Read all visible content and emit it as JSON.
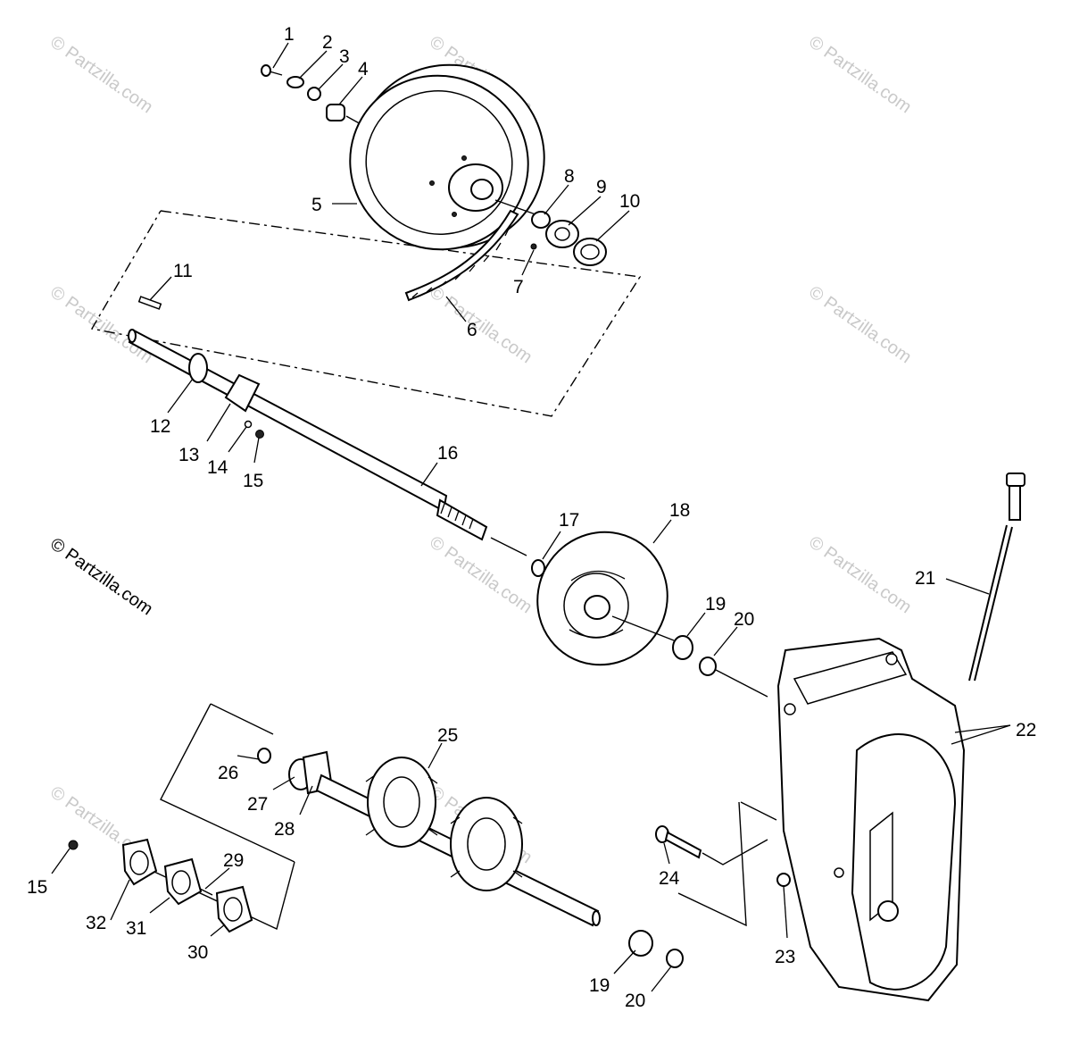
{
  "watermark_text": "© Partzilla.com",
  "copyright_text": "© Partzilla.com",
  "callouts": [
    "1",
    "2",
    "3",
    "4",
    "5",
    "6",
    "7",
    "8",
    "9",
    "10",
    "11",
    "12",
    "13",
    "14",
    "15",
    "16",
    "17",
    "18",
    "19",
    "20",
    "21",
    "22",
    "23",
    "24",
    "25",
    "26",
    "27",
    "28",
    "29",
    "30",
    "31",
    "32",
    "15",
    "19",
    "20"
  ]
}
